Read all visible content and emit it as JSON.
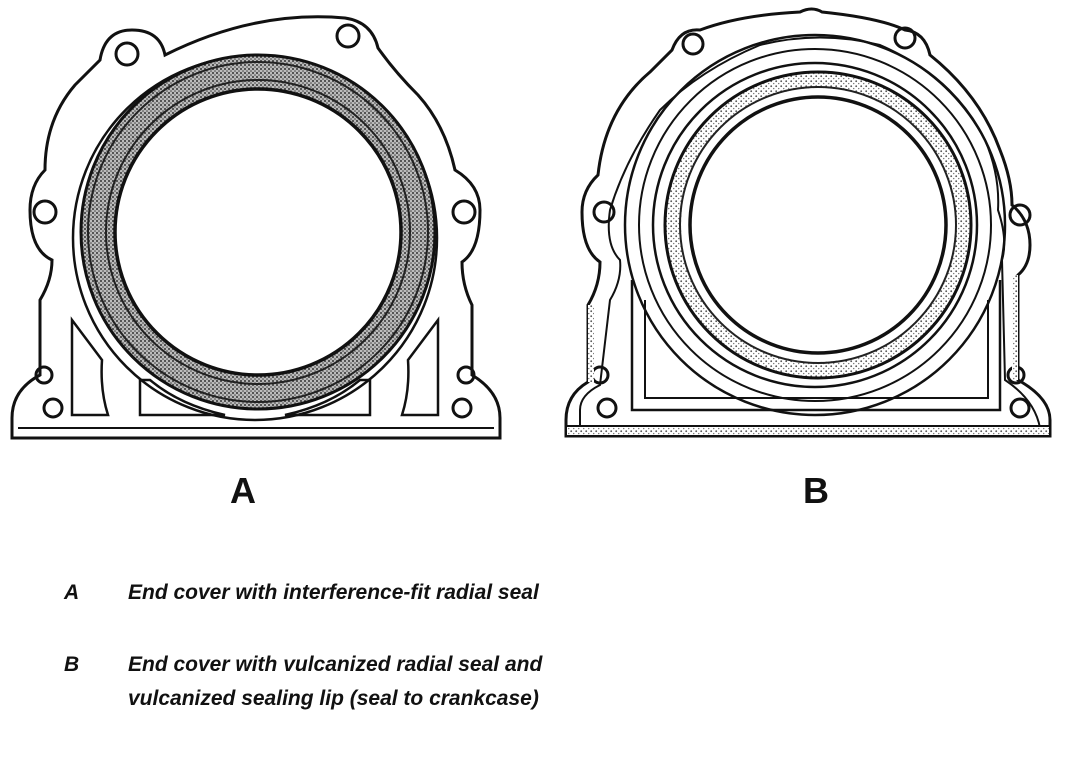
{
  "figures": [
    {
      "id": "A",
      "label": "A"
    },
    {
      "id": "B",
      "label": "B"
    }
  ],
  "legend": [
    {
      "key": "A",
      "text": "End cover with interference-fit radial seal"
    },
    {
      "key": "B",
      "text": "End cover with vulcanized radial seal and vulcanized sealing lip (seal to crankcase)"
    }
  ],
  "colors": {
    "ink": "#111111",
    "stipple": "#555555",
    "paper": "#ffffff"
  }
}
